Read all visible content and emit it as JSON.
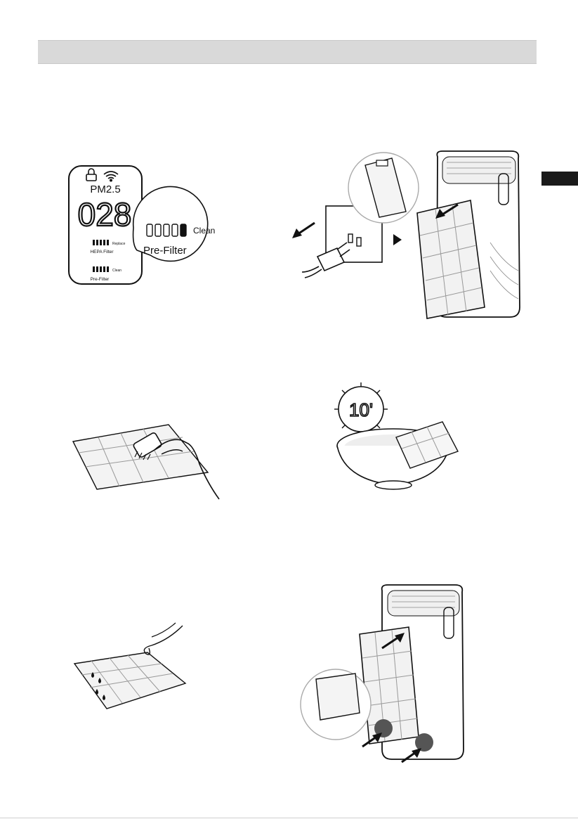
{
  "header": {
    "title": ""
  },
  "side_tab": {
    "label": ""
  },
  "display_panel": {
    "pm_label": "PM2.5",
    "pm_value": "028",
    "hepa_status": "Replace",
    "hepa_label": "HEPA Filter",
    "pre_status": "Clean",
    "pre_label": "Pre-Filter"
  },
  "callout": {
    "status": "Clean",
    "label": "Pre-Filter"
  },
  "soak_timer": {
    "value": "10'"
  }
}
